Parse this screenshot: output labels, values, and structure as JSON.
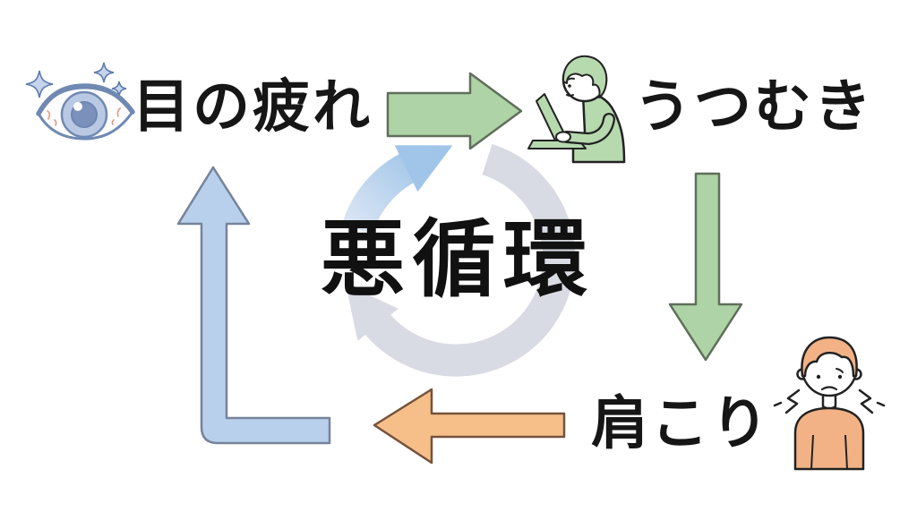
{
  "diagram": {
    "center_label": "悪循環",
    "nodes": [
      {
        "label": "目の疲れ",
        "icon": "tired-eye-icon"
      },
      {
        "label": "うつむき",
        "icon": "person-at-laptop-icon"
      },
      {
        "label": "肩こり",
        "icon": "shoulder-pain-person-icon"
      }
    ]
  },
  "icons": {
    "eye": "tired-eye-with-sparkles",
    "laptop_person": "person-hunched-over-laptop",
    "pain_person": "person-with-shoulder-pain",
    "cycle": "circular-cycle-arrows"
  },
  "colors": {
    "green_arrow_fill": "#aed3a6",
    "green_arrow_stroke": "#5f6f5a",
    "orange_arrow_fill": "#f6bf8a",
    "orange_arrow_stroke": "#75523a",
    "blue_arrow_fill": "#b8d0ec",
    "blue_arrow_stroke": "#76839a",
    "cycle_blue": "#a0c5e8",
    "cycle_blue_pale": "#e0e8f5",
    "cycle_gray": "#d8dbe3",
    "illustration_green": "#b6d9ae",
    "illustration_orange": "#f2b286",
    "text": "#161616",
    "background": "#ffffff"
  }
}
